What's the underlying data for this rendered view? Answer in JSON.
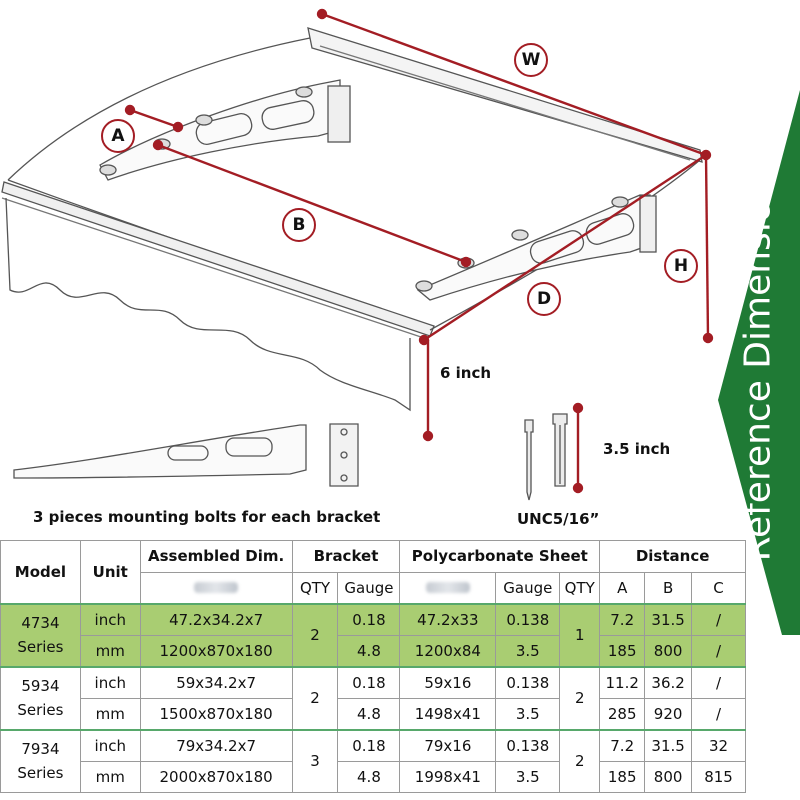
{
  "labels": {
    "w": "W",
    "a": "A",
    "b": "B",
    "d": "D",
    "h": "H",
    "six_inch": "6 inch",
    "three_five_inch": "3.5 inch",
    "bolts_caption": "3 pieces mounting bolts for each bracket",
    "bolt_spec": "UNC5/16”"
  },
  "banner": {
    "title": "Reference Dimensions",
    "color": "#1f7a35"
  },
  "colors": {
    "dimension_line": "#a31d24",
    "highlight_row": "#a9cd72",
    "series_divider": "#57a86b"
  },
  "table": {
    "headers": {
      "model": "Model",
      "unit": "Unit",
      "assembled": "Assembled Dim.",
      "bracket": "Bracket",
      "sheet": "Polycarbonate Sheet",
      "distance": "Distance"
    },
    "subheaders": {
      "qty1": "QTY",
      "gauge1": "Gauge",
      "gauge2": "Gauge",
      "qty2": "QTY",
      "a": "A",
      "b": "B",
      "c": "C"
    },
    "rows": [
      {
        "model_line1": "4734",
        "model_line2": "Series",
        "bracket_qty": "2",
        "sheet_qty": "1",
        "inch": {
          "unit": "inch",
          "assembled": "47.2x34.2x7",
          "gauge": "0.18",
          "sheet": "47.2x33",
          "sheet_gauge": "0.138",
          "a": "7.2",
          "b": "31.5",
          "c": "/"
        },
        "mm": {
          "unit": "mm",
          "assembled": "1200x870x180",
          "gauge": "4.8",
          "sheet": "1200x84",
          "sheet_gauge": "3.5",
          "a": "185",
          "b": "800",
          "c": "/"
        }
      },
      {
        "model_line1": "5934",
        "model_line2": "Series",
        "bracket_qty": "2",
        "sheet_qty": "2",
        "inch": {
          "unit": "inch",
          "assembled": "59x34.2x7",
          "gauge": "0.18",
          "sheet": "59x16",
          "sheet_gauge": "0.138",
          "a": "11.2",
          "b": "36.2",
          "c": "/"
        },
        "mm": {
          "unit": "mm",
          "assembled": "1500x870x180",
          "gauge": "4.8",
          "sheet": "1498x41",
          "sheet_gauge": "3.5",
          "a": "285",
          "b": "920",
          "c": "/"
        }
      },
      {
        "model_line1": "7934",
        "model_line2": "Series",
        "bracket_qty": "3",
        "sheet_qty": "2",
        "inch": {
          "unit": "inch",
          "assembled": "79x34.2x7",
          "gauge": "0.18",
          "sheet": "79x16",
          "sheet_gauge": "0.138",
          "a": "7.2",
          "b": "31.5",
          "c": "32"
        },
        "mm": {
          "unit": "mm",
          "assembled": "2000x870x180",
          "gauge": "4.8",
          "sheet": "1998x41",
          "sheet_gauge": "3.5",
          "a": "185",
          "b": "800",
          "c": "815"
        }
      }
    ]
  }
}
